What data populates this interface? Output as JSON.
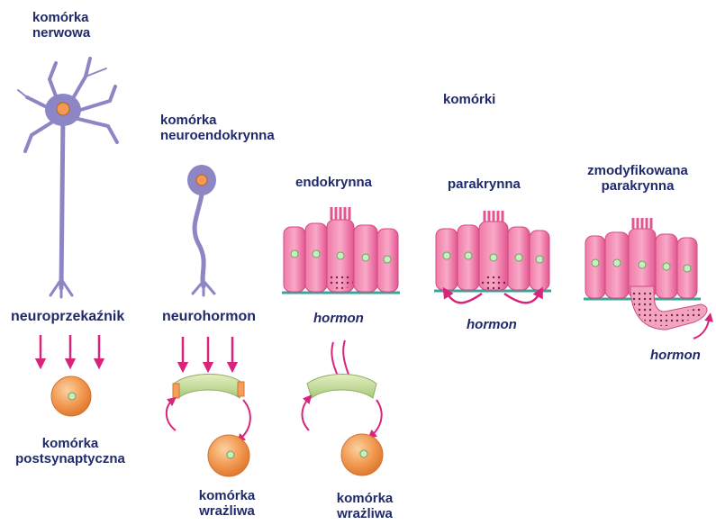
{
  "labels": {
    "nerve_cell_line1": "komórka",
    "nerve_cell_line2": "nerwowa",
    "neuroendo_line1": "komórka",
    "neuroendo_line2": "neuroendokrynna",
    "cells_header": "komórki",
    "endocrine": "endokrynna",
    "paracrine": "parakrynna",
    "modified_line1": "zmodyfikowana",
    "modified_line2": "parakrynna",
    "neurotransmitter": "neuroprzekaźnik",
    "neurohormone": "neurohormon",
    "hormone_endocrine": "hormon",
    "hormone_paracrine": "hormon",
    "hormone_modified": "hormon",
    "postsyn_line1": "komórka",
    "postsyn_line2": "postsynaptyczna",
    "target1_line1": "komórka",
    "target1_line2": "wrażliwa",
    "target2_line1": "komórka",
    "target2_line2": "wrażliwa"
  },
  "colors": {
    "text": "#1f2a6b",
    "neuron": "#8c86c4",
    "epithelium": "#ee5f97",
    "arrow": "#d8247a",
    "target_cell": "#f2a05a",
    "vessel": "#c6df9a"
  }
}
